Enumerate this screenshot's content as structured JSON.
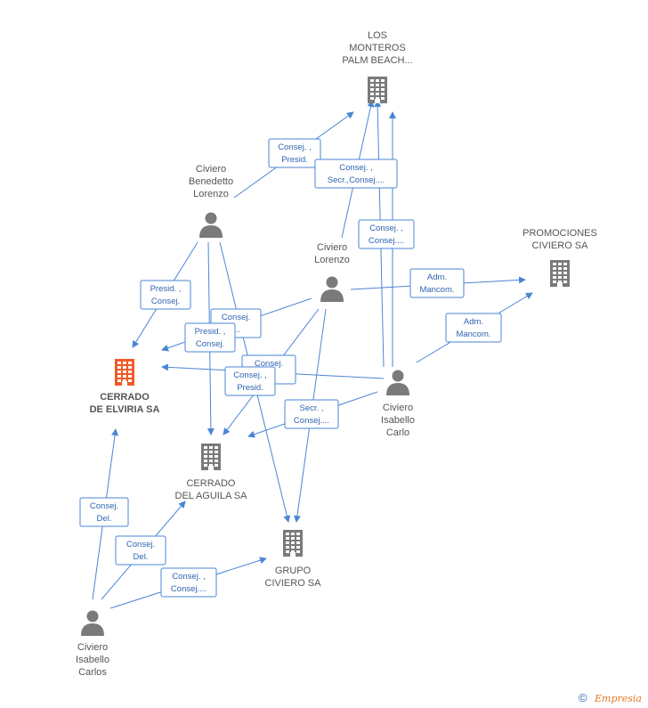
{
  "nodes": {
    "los_monteros": {
      "type": "company",
      "lines": [
        "LOS",
        "MONTEROS",
        "PALM BEACH..."
      ],
      "highlight": false
    },
    "promociones": {
      "type": "company",
      "lines": [
        "PROMOCIONES",
        "CIVIERO SA"
      ],
      "highlight": false
    },
    "cerrado_elviria": {
      "type": "company",
      "lines": [
        "CERRADO",
        "DE ELVIRIA SA"
      ],
      "highlight": true
    },
    "cerrado_aguila": {
      "type": "company",
      "lines": [
        "CERRADO",
        "DEL AGUILA SA"
      ],
      "highlight": false
    },
    "grupo_civiero": {
      "type": "company",
      "lines": [
        "GRUPO",
        "CIVIERO SA"
      ],
      "highlight": false
    },
    "benedetto": {
      "type": "person",
      "lines": [
        "Civiero",
        "Benedetto",
        "Lorenzo"
      ]
    },
    "lorenzo": {
      "type": "person",
      "lines": [
        "Civiero",
        "Lorenzo"
      ]
    },
    "isabello_carlo": {
      "type": "person",
      "lines": [
        "Civiero",
        "Isabello",
        "Carlo"
      ]
    },
    "isabello_carlos": {
      "type": "person",
      "lines": [
        "Civiero",
        "Isabello",
        "Carlos"
      ]
    }
  },
  "edge_labels": [
    {
      "id": "e1",
      "lines": [
        "Consej. ,",
        "Presid."
      ]
    },
    {
      "id": "e2",
      "lines": [
        "Consej. ,",
        "Secr.,Consej...."
      ]
    },
    {
      "id": "e3",
      "lines": [
        "Consej. ,",
        "Consej...."
      ]
    },
    {
      "id": "e4",
      "lines": [
        "Adm.",
        "Mancom."
      ]
    },
    {
      "id": "e5",
      "lines": [
        "Adm.",
        "Mancom."
      ]
    },
    {
      "id": "e6",
      "lines": [
        "Presid. ,",
        "Consej."
      ]
    },
    {
      "id": "e7",
      "lines": [
        "Consej.",
        "...."
      ]
    },
    {
      "id": "e8",
      "lines": [
        "Presid. ,",
        "Consej."
      ]
    },
    {
      "id": "e9",
      "lines": [
        "Consej.",
        "...."
      ]
    },
    {
      "id": "e10",
      "lines": [
        "Consej. ,",
        "Presid."
      ]
    },
    {
      "id": "e11",
      "lines": [
        "Secr. ,",
        "Consej...."
      ]
    },
    {
      "id": "e12",
      "lines": [
        "Consej.",
        "Del."
      ]
    },
    {
      "id": "e13",
      "lines": [
        "Consej.",
        "Del."
      ]
    },
    {
      "id": "e14",
      "lines": [
        "Consej. ,",
        "Consej...."
      ]
    }
  ],
  "colors": {
    "edge": "#4a86d4",
    "company": "#7a7a7a",
    "highlight": "#f05a28",
    "person": "#7a7a7a"
  },
  "footer": {
    "copyright_symbol": "©",
    "brand": "Empresia"
  }
}
